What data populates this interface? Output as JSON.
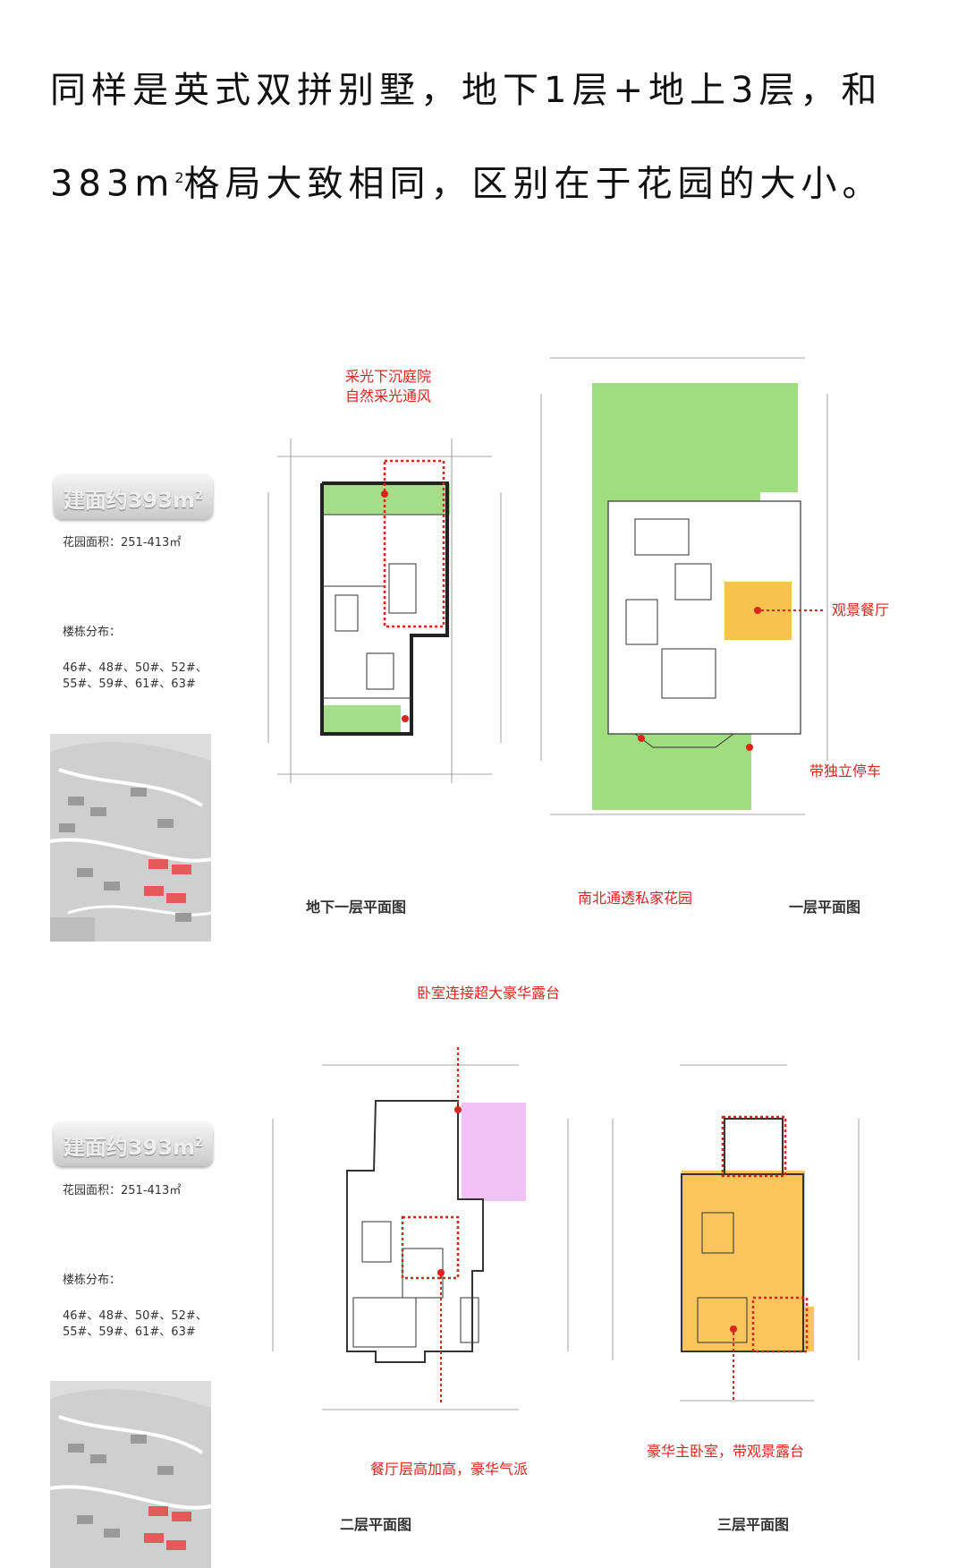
{
  "intro": {
    "line1": "同样是英式双拼别墅，地下1层+地上3层，和",
    "line2_a": "383m",
    "line2_sup": "2",
    "line2_b": "格局大致相同，区别在于花园的大小。"
  },
  "block1": {
    "badge": "建面约393m",
    "badge_sup": "2",
    "garden_area": "花园面积：251-413㎡",
    "buildings_title": "楼栋分布：",
    "buildings_line1": "46#、48#、50#、52#、",
    "buildings_line2": "55#、59#、61#、63#",
    "callouts": {
      "courtyard": "采光下沉庭院\n自然采光通风",
      "dining": "观景餐厅",
      "parking": "带独立停车",
      "garden": "南北通透私家花园"
    },
    "captions": {
      "basement": "地下一层平面图",
      "floor1": "一层平面图"
    }
  },
  "block2": {
    "badge": "建面约393m",
    "badge_sup": "2",
    "garden_area": "花园面积：251-413㎡",
    "buildings_title": "楼栋分布：",
    "buildings_line1": "46#、48#、50#、52#、",
    "buildings_line2": "55#、59#、61#、63#",
    "callouts": {
      "terrace": "卧室连接超大豪华露台",
      "dining_high": "餐厅层高加高，豪华气派",
      "master": "豪华主卧室，带观景露台"
    },
    "captions": {
      "floor2": "二层平面图",
      "floor3": "三层平面图"
    }
  },
  "colors": {
    "accent_red": "#d9261c",
    "green": "#8fd66a",
    "orange": "#f7b733",
    "pink": "#e9a7ef"
  }
}
